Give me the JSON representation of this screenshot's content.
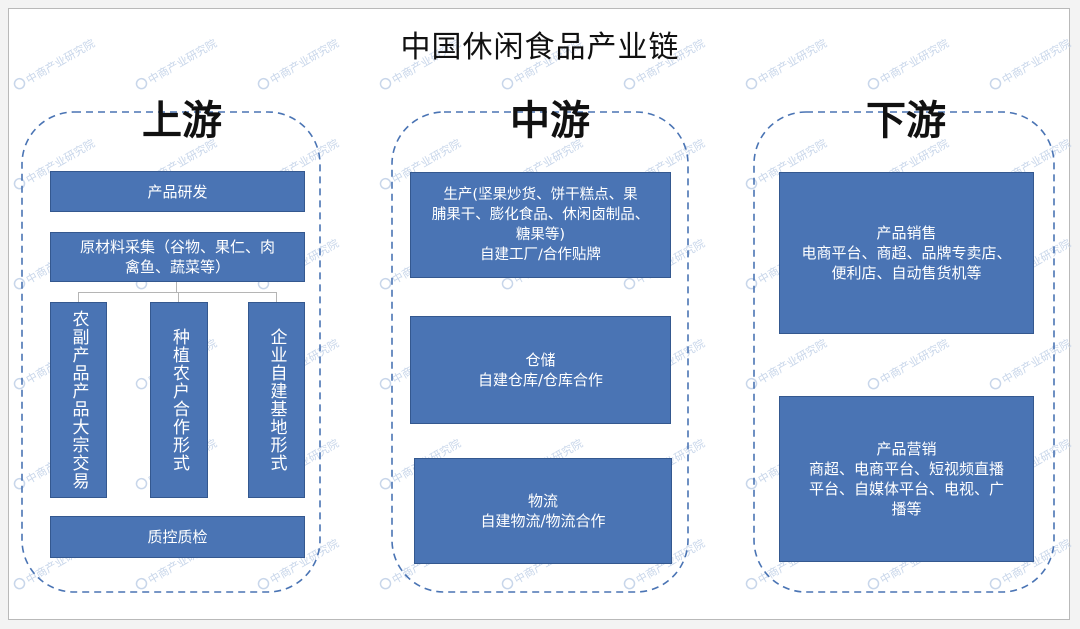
{
  "title": "中国休闲食品产业链",
  "watermark": "中商产业研究院",
  "upstream": {
    "heading": "上游",
    "rd": "产品研发",
    "raw_materials": "原材料采集（谷物、果仁、肉\n禽鱼、蔬菜等）",
    "channels": [
      "农副产品产品大宗交易",
      "种植农户合作形式",
      "企业自建基地形式"
    ],
    "qc": "质控质检"
  },
  "midstream": {
    "heading": "中游",
    "production": "生产(坚果炒货、饼干糕点、果\n脯果干、膨化食品、休闲卤制品、\n糖果等)\n自建工厂/合作贴牌",
    "storage": "仓储\n自建仓库/仓库合作",
    "logistics": "物流\n自建物流/物流合作"
  },
  "downstream": {
    "heading": "下游",
    "sales": "产品销售\n电商平台、商超、品牌专卖店、\n便利店、自动售货机等",
    "marketing": "产品营销\n商超、电商平台、短视频直播\n平台、自媒体平台、电视、广\n播等"
  },
  "colors": {
    "box_fill": "#4a74b4",
    "box_border": "#34588f",
    "dashed_outline": "#4a74b4",
    "connector": "#b5b5b5",
    "watermark": "#c8d6ea"
  }
}
